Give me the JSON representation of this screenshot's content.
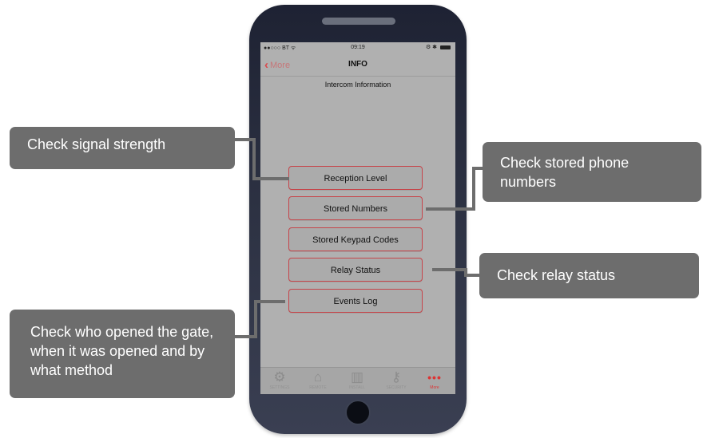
{
  "status_bar": {
    "carrier": "●●○○○ BT ᯤ",
    "time": "09:19",
    "indicators": "⚙ ✱"
  },
  "nav": {
    "back_label": "More",
    "back_chevron": "‹",
    "title": "INFO"
  },
  "section_title": "Intercom Information",
  "buttons": [
    {
      "label": "Reception Level"
    },
    {
      "label": "Stored Numbers"
    },
    {
      "label": "Stored Keypad Codes"
    },
    {
      "label": "Relay Status"
    },
    {
      "label": "Events Log"
    }
  ],
  "tabs": [
    {
      "icon": "gear-icon",
      "glyph": "⚙",
      "label": "SETTINGS"
    },
    {
      "icon": "house-icon",
      "glyph": "⌂",
      "label": "REMOTE"
    },
    {
      "icon": "book-icon",
      "glyph": "▥",
      "label": "INSTALL"
    },
    {
      "icon": "key-icon",
      "glyph": "⚷",
      "label": "SECURITY"
    },
    {
      "icon": "more-icon",
      "glyph": "•••",
      "label": "More",
      "active": true
    }
  ],
  "callouts": {
    "signal": "Check signal strength",
    "phone": "Check stored phone numbers",
    "relay": "Check relay status",
    "events": "Check who opened the gate, when it was opened and by what method"
  },
  "colors": {
    "accent_red": "#c6454a",
    "callout_bg": "#6d6d6d",
    "screen_bg": "#b0b0b0",
    "phone_body": "#2c3142"
  }
}
